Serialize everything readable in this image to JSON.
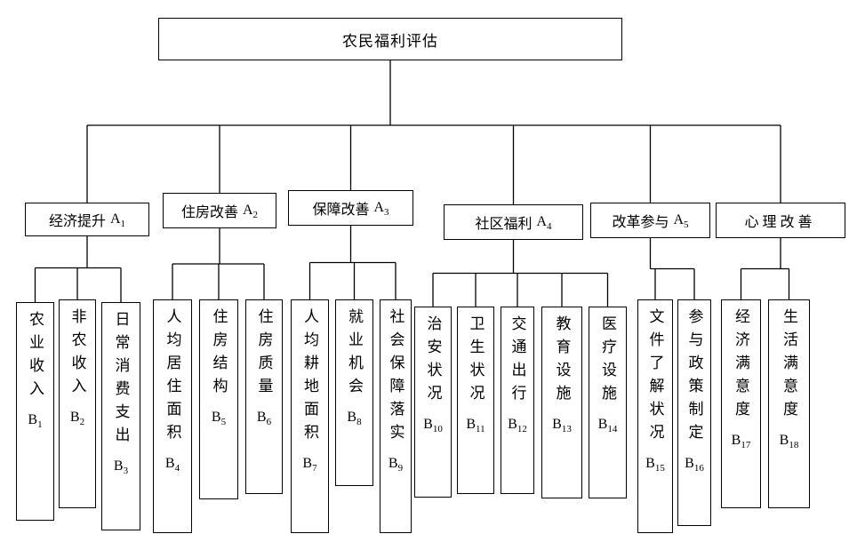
{
  "root": {
    "label": "农民福利评估"
  },
  "level2": [
    {
      "label": "经济提升",
      "tag": "A",
      "tag_sub": "1"
    },
    {
      "label": "住房改善",
      "tag": "A",
      "tag_sub": "2"
    },
    {
      "label": "保障改善",
      "tag": "A",
      "tag_sub": "3"
    },
    {
      "label": "社区福利",
      "tag": "A",
      "tag_sub": "4"
    },
    {
      "label": "改革参与",
      "tag": "A",
      "tag_sub": "5"
    },
    {
      "label": "心 理 改 善",
      "tag": "",
      "tag_sub": ""
    }
  ],
  "level3": [
    {
      "label": "农业收入",
      "tag": "B",
      "tag_sub": "1"
    },
    {
      "label": "非农收入",
      "tag": "B",
      "tag_sub": "2"
    },
    {
      "label": "日常消费支出",
      "tag": "B",
      "tag_sub": "3"
    },
    {
      "label": "人均居住面积",
      "tag": "B",
      "tag_sub": "4"
    },
    {
      "label": "住房结构",
      "tag": "B",
      "tag_sub": "5"
    },
    {
      "label": "住房质量",
      "tag": "B",
      "tag_sub": "6"
    },
    {
      "label": "人均耕地面积",
      "tag": "B",
      "tag_sub": "7"
    },
    {
      "label": "就业机会",
      "tag": "B",
      "tag_sub": "8"
    },
    {
      "label": "社会保障落实",
      "tag": "B",
      "tag_sub": "9"
    },
    {
      "label": "治安状况",
      "tag": "B",
      "tag_sub": "10"
    },
    {
      "label": "卫生状况",
      "tag": "B",
      "tag_sub": "11"
    },
    {
      "label": "交通出行",
      "tag": "B",
      "tag_sub": "12"
    },
    {
      "label": "教育设施",
      "tag": "B",
      "tag_sub": "13"
    },
    {
      "label": "医疗设施",
      "tag": "B",
      "tag_sub": "14"
    },
    {
      "label": "文件了解状况",
      "tag": "B",
      "tag_sub": "15"
    },
    {
      "label": "参与政策制定",
      "tag": "B",
      "tag_sub": "16"
    },
    {
      "label": "经济满意度",
      "tag": "B",
      "tag_sub": "17"
    },
    {
      "label": "生活满意度",
      "tag": "B",
      "tag_sub": "18"
    }
  ]
}
